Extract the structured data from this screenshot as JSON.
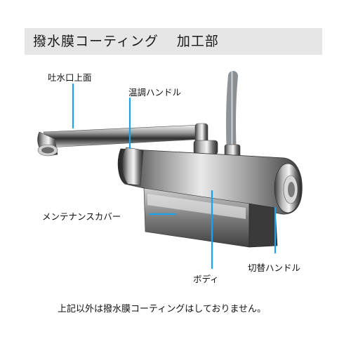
{
  "header": {
    "title_part1": "撥水膜コーティング",
    "title_part2": "加工部"
  },
  "labels": {
    "spout_top": "吐水口上面",
    "temp_handle": "温調ハンドル",
    "maintenance_cover": "メンテナンスカバー",
    "body": "ボディ",
    "switch_handle": "切替ハンドル"
  },
  "footer_note": "上記以外は撥水膜コーティングはしておりません。",
  "colors": {
    "callout": "#1aa3e8",
    "header_bg": "#e6e6e6"
  }
}
